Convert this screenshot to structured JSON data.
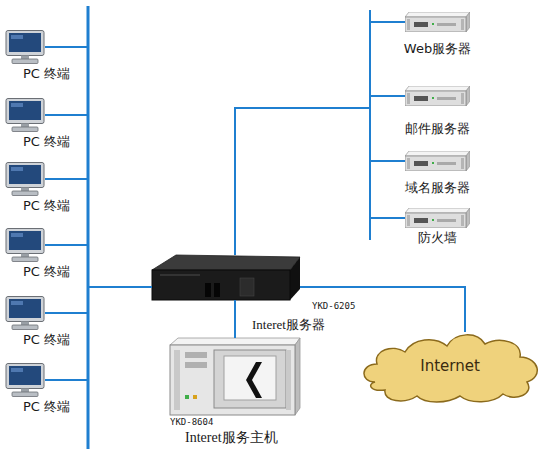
{
  "diagram": {
    "nodes": [
      {
        "text": [
          "PC 终端"
        ]
      },
      {
        "text": [
          "PC 终端"
        ]
      },
      {
        "text": [
          "PC 终端"
        ]
      },
      {
        "text": [
          "PC 终端"
        ]
      },
      {
        "text": [
          "PC 终端"
        ]
      },
      {
        "text": [
          "PC 终端"
        ]
      },
      {
        "text": [
          "Web服务器"
        ]
      },
      {
        "text": [
          "邮件服务器"
        ]
      },
      {
        "text": [
          "域名服务器"
        ]
      },
      {
        "text": [
          "防火墙"
        ]
      },
      {
        "text": [
          "YKD-6205",
          "Interet服务器"
        ]
      },
      {
        "text": [
          "YKD-8604",
          "Interet服务主机"
        ]
      },
      {
        "text": [
          "Internet"
        ]
      }
    ],
    "edges": [
      {
        "from": 0,
        "to": 10,
        "arrow": "none"
      },
      {
        "from": 1,
        "to": 10,
        "arrow": "none"
      },
      {
        "from": 2,
        "to": 10,
        "arrow": "none"
      },
      {
        "from": 3,
        "to": 10,
        "arrow": "none"
      },
      {
        "from": 4,
        "to": 10,
        "arrow": "none"
      },
      {
        "from": 5,
        "to": 10,
        "arrow": "none"
      },
      {
        "from": 10,
        "to": 6,
        "arrow": "none"
      },
      {
        "from": 10,
        "to": 7,
        "arrow": "none"
      },
      {
        "from": 10,
        "to": 8,
        "arrow": "none"
      },
      {
        "from": 10,
        "to": 9,
        "arrow": "none"
      },
      {
        "from": 10,
        "to": 11,
        "arrow": "none"
      },
      {
        "from": 10,
        "to": 12,
        "arrow": "none"
      }
    ]
  }
}
